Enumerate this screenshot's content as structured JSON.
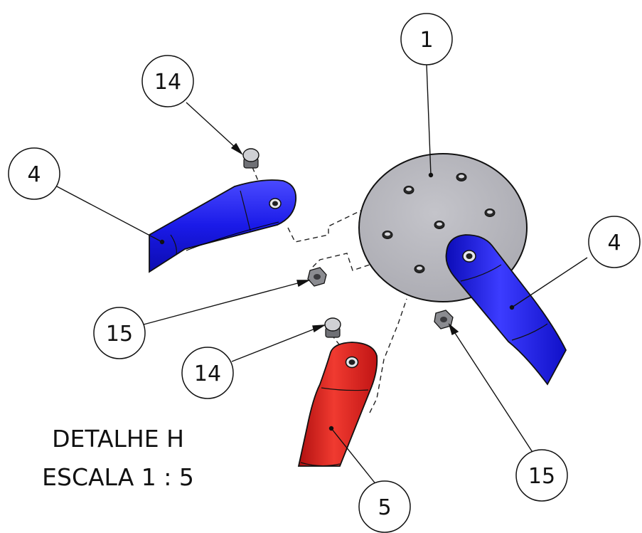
{
  "caption": {
    "line1": "DETALHE H",
    "line2": "ESCALA 1 : 5"
  },
  "balloons": [
    {
      "id": "b1",
      "label": "1"
    },
    {
      "id": "b14a",
      "label": "14"
    },
    {
      "id": "b4a",
      "label": "4"
    },
    {
      "id": "b4b",
      "label": "4"
    },
    {
      "id": "b15a",
      "label": "15"
    },
    {
      "id": "b14b",
      "label": "14"
    },
    {
      "id": "b15b",
      "label": "15"
    },
    {
      "id": "b5",
      "label": "5"
    }
  ],
  "colors": {
    "plate": "#b9b9bf",
    "arm_blue": "#1f1ff0",
    "arm_red": "#e0201c",
    "hardware": "#8f9095",
    "lines": "#111111"
  }
}
